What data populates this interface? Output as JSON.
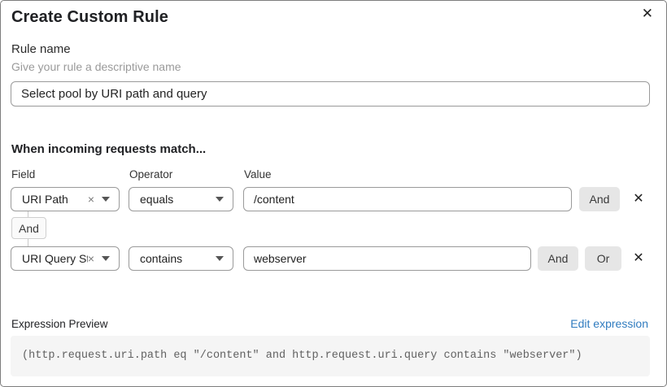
{
  "dialog": {
    "title": "Create Custom Rule",
    "close_icon": "✕"
  },
  "rule_name": {
    "label": "Rule name",
    "helper": "Give your rule a descriptive name",
    "value": "Select pool by URI path and query"
  },
  "match_section": {
    "heading": "When incoming requests match...",
    "columns": {
      "field": "Field",
      "operator": "Operator",
      "value": "Value"
    },
    "rows": [
      {
        "field": "URI Path",
        "operator": "equals",
        "value": "/content",
        "buttons": [
          "And"
        ],
        "clear_icon": "×",
        "delete_icon": "✕"
      },
      {
        "field": "URI Query St...",
        "operator": "contains",
        "value": "webserver",
        "buttons": [
          "And",
          "Or"
        ],
        "clear_icon": "×",
        "delete_icon": "✕"
      }
    ],
    "connector_label": "And"
  },
  "expression": {
    "label": "Expression Preview",
    "edit_link": "Edit expression",
    "code": "(http.request.uri.path eq \"/content\" and http.request.uri.query contains \"webserver\")"
  },
  "colors": {
    "link_blue": "#2f7bbf",
    "button_gray": "#e6e6e6",
    "code_background": "#f5f5f5",
    "border_gray": "#9a9a9a"
  }
}
